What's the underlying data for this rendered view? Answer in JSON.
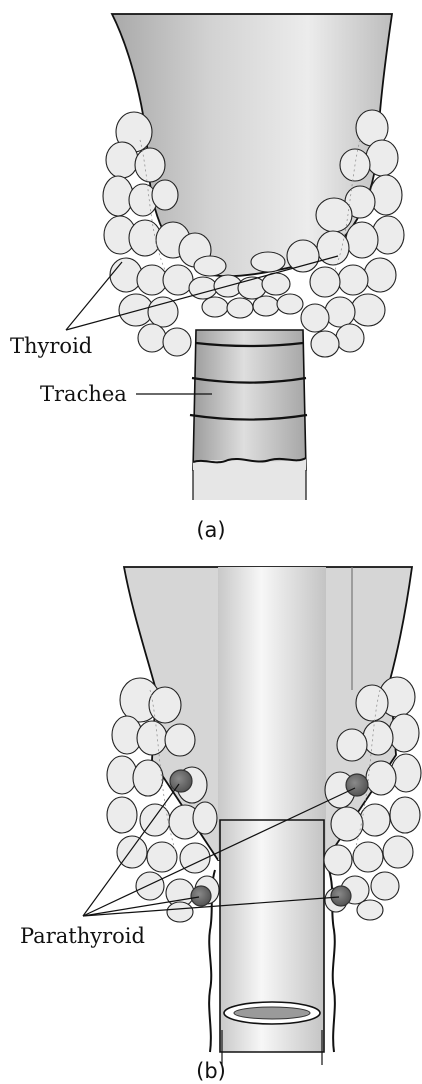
{
  "panel_a": {
    "labels": {
      "thyroid": "Thyroid",
      "trachea": "Trachea"
    },
    "caption": "(a)"
  },
  "panel_b": {
    "labels": {
      "parathyroid": "Parathyroid"
    },
    "caption": "(b)"
  },
  "icons": {
    "thyroid": "thyroid-gland-icon",
    "trachea": "trachea-icon",
    "parathyroid": "parathyroid-gland-icon"
  },
  "colors": {
    "lobule_fill": "#ececec",
    "parathyroid_fill": "#6f6f6f",
    "line": "#222222"
  }
}
